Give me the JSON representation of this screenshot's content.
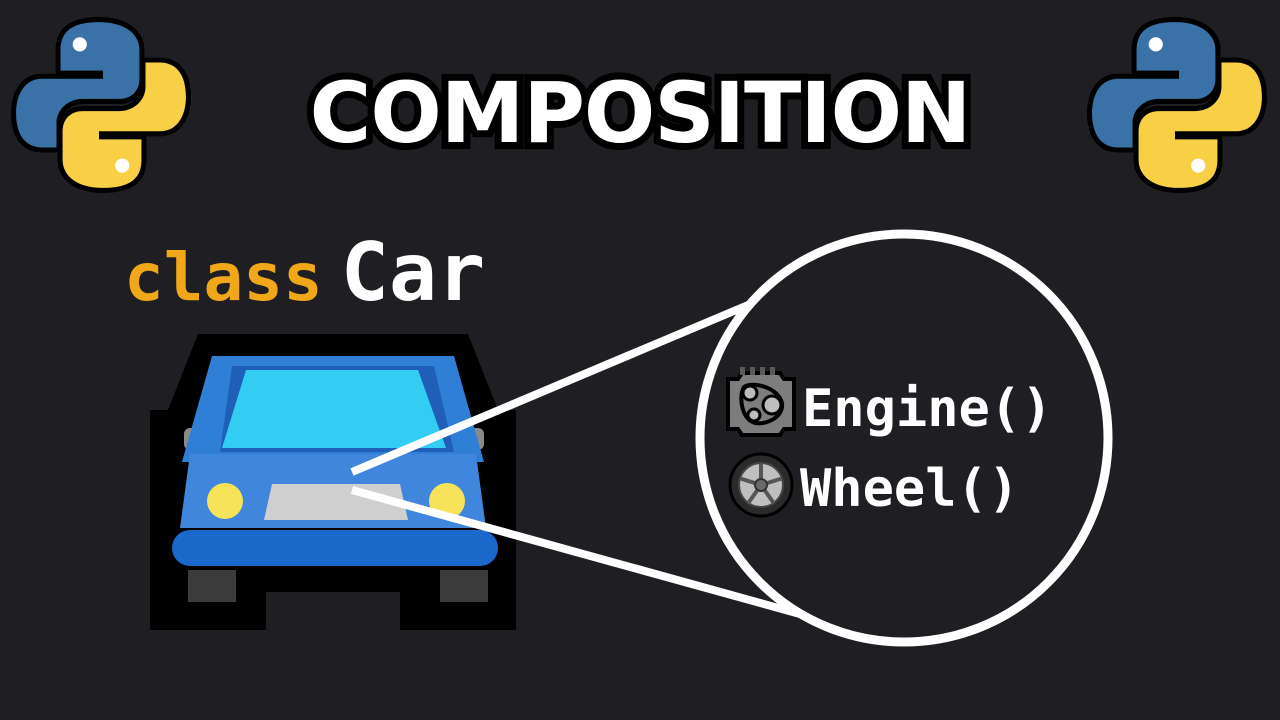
{
  "title": "COMPOSITION",
  "code": {
    "keyword": "class",
    "class_name": "Car"
  },
  "parts": [
    {
      "label": "Engine()",
      "icon": "engine-icon"
    },
    {
      "label": "Wheel()",
      "icon": "wheel-icon"
    }
  ],
  "icons": {
    "logo": "python-logo-icon",
    "vehicle": "car-icon"
  },
  "colors": {
    "background": "#1f1f23",
    "keyword": "#f0a81a",
    "python_blue": "#3a72a8",
    "python_yellow": "#f7d046",
    "car_blue": "#2f7fd6",
    "windshield": "#33cdf4",
    "headlight": "#f7e35a"
  }
}
